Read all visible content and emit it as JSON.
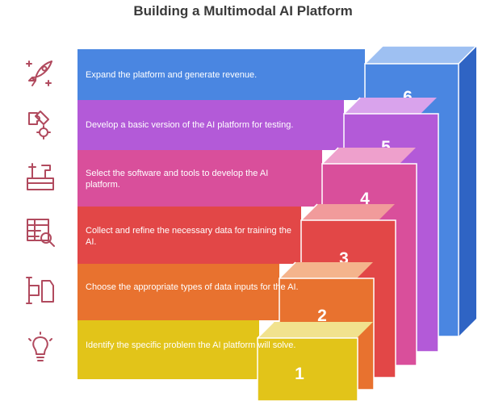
{
  "title": "Building a Multimodal AI Platform",
  "steps": [
    {
      "number": "6",
      "text": "Expand the platform and generate revenue.",
      "color": "#4a86e1",
      "icon": "rocket-icon"
    },
    {
      "number": "5",
      "text": "Develop a basic version of the AI platform for testing.",
      "color": "#b35ad8",
      "icon": "puzzle-gear-icon"
    },
    {
      "number": "4",
      "text": "Select the software and tools to develop the AI platform.",
      "color": "#d94f9b",
      "icon": "toolbox-icon"
    },
    {
      "number": "3",
      "text": "Collect and refine the necessary data for training the AI.",
      "color": "#e24747",
      "icon": "table-search-icon"
    },
    {
      "number": "2",
      "text": "Choose the appropriate types of data inputs for the AI.",
      "color": "#e8722f",
      "icon": "input-shapes-icon"
    },
    {
      "number": "1",
      "text": "Identify the specific problem the AI platform will solve.",
      "color": "#e2c419",
      "icon": "lightbulb-icon"
    }
  ],
  "icon_color": "#b14a5e"
}
